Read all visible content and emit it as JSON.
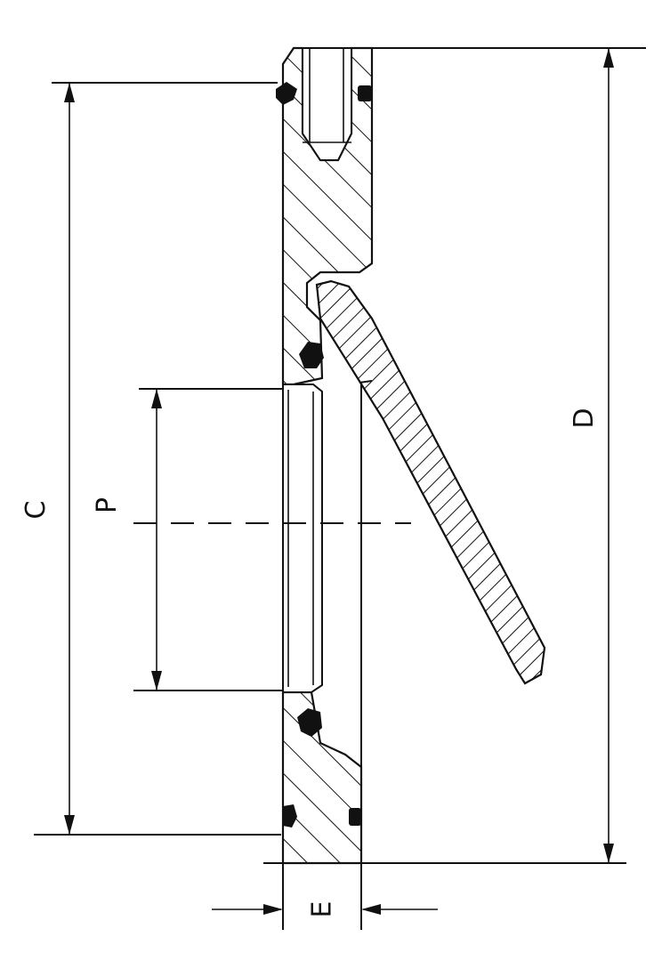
{
  "labels": {
    "c": "C",
    "p": "P",
    "d": "D",
    "e": "E"
  },
  "colors": {
    "line": "#111111",
    "background": "#ffffff"
  }
}
